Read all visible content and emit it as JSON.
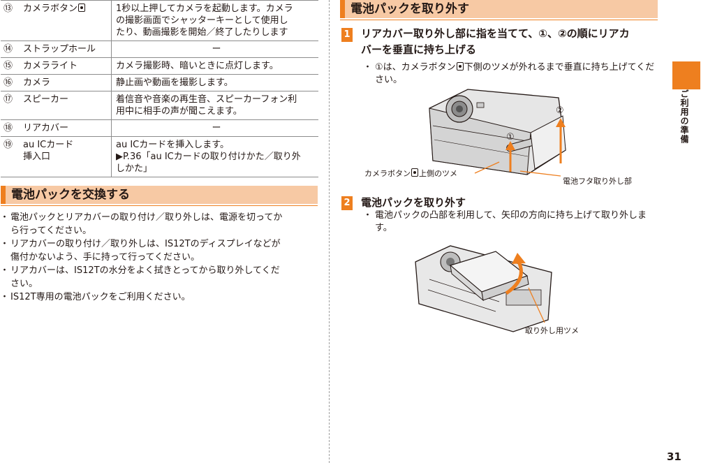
{
  "parts_table": {
    "rows": [
      {
        "num": "⑬",
        "name": "カメラボタン",
        "name_icon": true,
        "desc_lines": [
          "1秒以上押してカメラを起動します。カメラ",
          "の撮影画面でシャッターキーとして使用し",
          "たり、動画撮影を開始／終了したりします"
        ]
      },
      {
        "num": "⑭",
        "name": "ストラップホール",
        "desc_lines": [
          "ー"
        ],
        "dash": true
      },
      {
        "num": "⑮",
        "name": "カメラライト",
        "desc_lines": [
          "カメラ撮影時、暗いときに点灯します。"
        ]
      },
      {
        "num": "⑯",
        "name": "カメラ",
        "desc_lines": [
          "静止画や動画を撮影します。"
        ]
      },
      {
        "num": "⑰",
        "name": "スピーカー",
        "desc_lines": [
          "着信音や音楽の再生音、スピーカーフォン利",
          "用中に相手の声が聞こえます。"
        ]
      },
      {
        "num": "⑱",
        "name": "リアカバー",
        "desc_lines": [
          "ー"
        ],
        "dash": true
      },
      {
        "num": "⑲",
        "name_lines": [
          "au ICカード",
          "挿入口"
        ],
        "desc_lines": [
          "au ICカードを挿入します。",
          "▶P.36「au ICカードの取り付けかた／取り外",
          "しかた」"
        ]
      }
    ]
  },
  "left_section": {
    "heading": "電池パックを交換する",
    "bullets": [
      [
        "電池パックとリアカバーの取り付け／取り外しは、電源を切ってか",
        "ら行ってください。"
      ],
      [
        "リアカバーの取り付け／取り外しは、IS12Tのディスプレイなどが",
        "傷付かないよう、手に持って行ってください。"
      ],
      [
        "リアカバーは、IS12Tの水分をよく拭きとってから取り外してくだ",
        "さい。"
      ],
      [
        "IS12T専用の電池パックをご利用ください。"
      ]
    ]
  },
  "right_section": {
    "heading": "電池パックを取り外す",
    "step1": {
      "badge": "1",
      "title_lines": [
        "リアカバー取り外し部に指を当てて、①、②の順にリアカ",
        "バーを垂直に持ち上げる"
      ],
      "bullet_pre": "①は、カメラボタン",
      "bullet_post": "下側のツメが外れるまで垂直に持ち上げてくだ",
      "bullet_line2": "さい。",
      "fig_label_1": "①",
      "fig_label_2": "②",
      "callout_pre": "カメラボタン",
      "callout_post": "上側のツメ",
      "callout_right": "電池フタ取り外し部"
    },
    "step2": {
      "badge": "2",
      "title": "電池パックを取り外す",
      "bullet_lines": [
        "電池パックの凸部を利用して、矢印の方向に持ち上げて取り外しま",
        "す。"
      ],
      "callout": "取り外し用ツメ"
    }
  },
  "side_tab": {
    "label": "ご利用の準備",
    "color": "#ee7f1f"
  },
  "page_number": "31"
}
